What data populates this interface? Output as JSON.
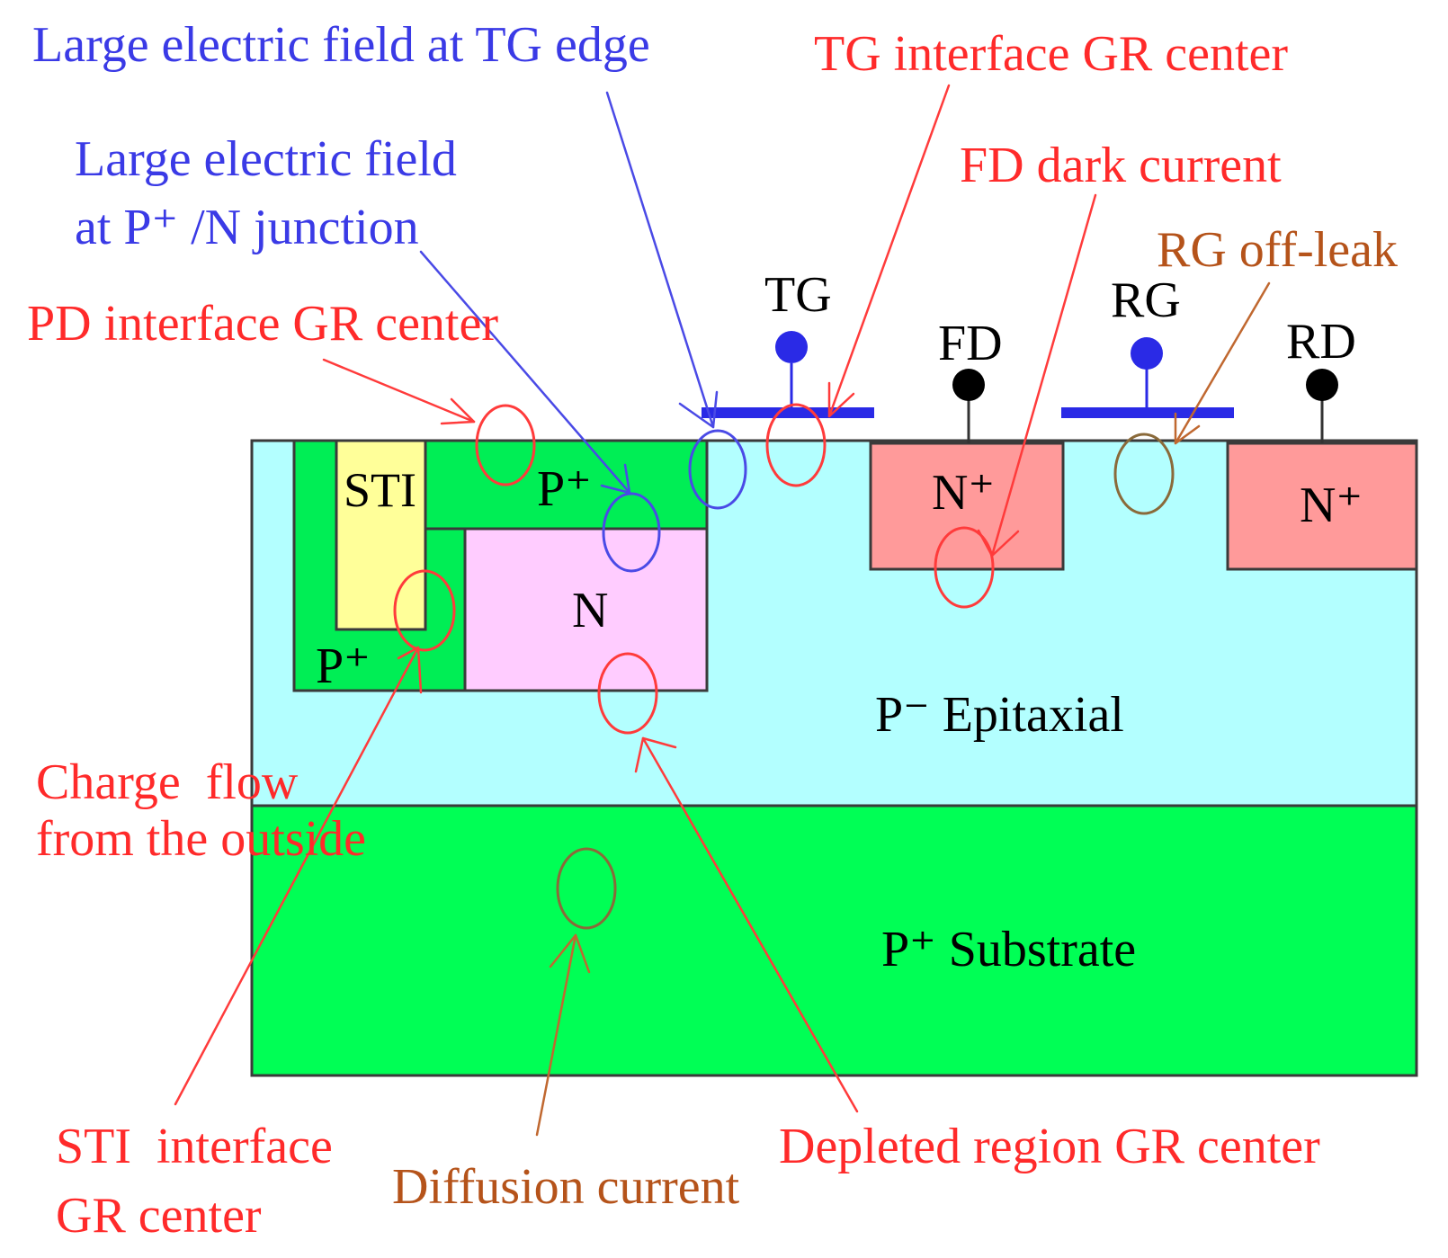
{
  "colors": {
    "blue_text": "#3a3ae6",
    "red_text": "#ff2a2a",
    "brown_text": "#b5531a",
    "epi": "#b3ffff",
    "substrate": "#00ff55",
    "p_plus": "#00ee55",
    "sti": "#ffff99",
    "n_region": "#ffccff",
    "n_plus": "#ff9a9a",
    "gate": "#2a2ae6",
    "circle_red": "#ff3b3b",
    "circle_blue": "#4a4ae6",
    "circle_brown": "#8a6a3a",
    "arrow_brown": "#c06830"
  },
  "labels": {
    "large_field_tg": "Large electric field at TG edge",
    "tg_interface": "TG interface GR center",
    "large_field_pn_line1": "Large electric field",
    "large_field_pn_line2": "at P⁺ /N junction",
    "fd_dark": "FD dark current",
    "rg_offleak": "RG off-leak",
    "pd_interface": "PD interface GR center",
    "charge_flow_line1": "Charge  flow",
    "charge_flow_line2": "from the outside",
    "sti_interface_line1": "STI  interface",
    "sti_interface_line2": "GR center",
    "diffusion": "Diffusion current",
    "depleted": "Depleted region GR center"
  },
  "terminals": {
    "tg": "TG",
    "fd": "FD",
    "rg": "RG",
    "rd": "RD"
  },
  "regions": {
    "sti": "STI",
    "p_plus_top": "P⁺",
    "p_plus_bottom": "P⁺",
    "n": "N",
    "n_plus_fd": "N⁺",
    "n_plus_rd": "N⁺",
    "epitaxial": "P⁻ Epitaxial",
    "substrate": "P⁺ Substrate"
  }
}
